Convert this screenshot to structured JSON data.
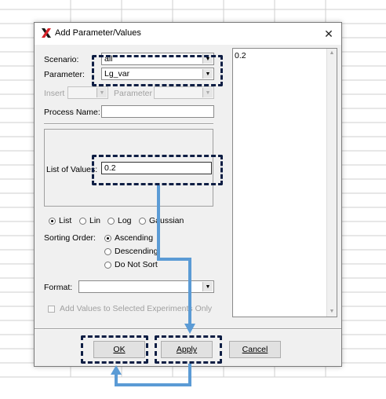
{
  "dialog": {
    "title": "Add Parameter/Values",
    "close_glyph": "✕",
    "scenario": {
      "label": "Scenario:",
      "value": "all"
    },
    "parameter": {
      "label": "Parameter:",
      "value": "Lg_var"
    },
    "insert": {
      "label": "Insert",
      "parameter_label": "Parameter"
    },
    "process_name": {
      "label": "Process Name:",
      "value": ""
    },
    "list_of_values": {
      "label": "List of Values:",
      "value": "0.2"
    },
    "distribution": {
      "options": [
        "List",
        "Lin",
        "Log",
        "Gaussian"
      ],
      "selected": "List"
    },
    "sorting": {
      "label": "Sorting Order:",
      "options": [
        "Ascending",
        "Descending",
        "Do Not Sort"
      ],
      "selected": "Ascending"
    },
    "format": {
      "label": "Format:",
      "value": ""
    },
    "add_values_checkbox": {
      "label": "Add Values to Selected Experiments Only",
      "checked": false
    },
    "values_list": [
      "0.2"
    ],
    "buttons": {
      "ok": "OK",
      "apply": "Apply",
      "cancel": "Cancel"
    }
  },
  "annotation": {
    "highlight_color": "#0e1e44",
    "arrow_color": "#5b9bd5"
  },
  "icons": {
    "app": "x-logo-icon",
    "close": "close-icon",
    "dropdown": "chevron-down-icon"
  }
}
